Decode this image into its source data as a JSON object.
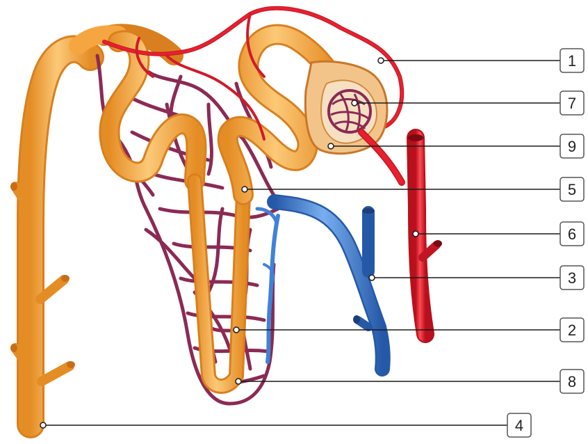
{
  "diagram": {
    "subject": "nephron",
    "colors": {
      "tubule": "#f6a641",
      "tubule_light": "#fcc978",
      "tubule_dark": "#d97f1f",
      "artery": "#e8202f",
      "artery_dark": "#b8101c",
      "vein": "#3f82d8",
      "vein_dark": "#2559a8",
      "capillary": "#8b2a55",
      "capsule_inner": "#f7e0c2",
      "capsule_rim": "#c9762a"
    },
    "labels": [
      {
        "id": "1",
        "text": "1",
        "points_to": "afferent-arteriole"
      },
      {
        "id": "7",
        "text": "7",
        "points_to": "glomerulus"
      },
      {
        "id": "9",
        "text": "9",
        "points_to": "bowmans-capsule"
      },
      {
        "id": "5",
        "text": "5",
        "points_to": "proximal-tubule"
      },
      {
        "id": "6",
        "text": "6",
        "points_to": "renal-artery"
      },
      {
        "id": "3",
        "text": "3",
        "points_to": "renal-vein"
      },
      {
        "id": "2",
        "text": "2",
        "points_to": "loop-of-henle-capillaries"
      },
      {
        "id": "8",
        "text": "8",
        "points_to": "loop-of-henle"
      },
      {
        "id": "4",
        "text": "4",
        "points_to": "collecting-duct"
      }
    ]
  }
}
